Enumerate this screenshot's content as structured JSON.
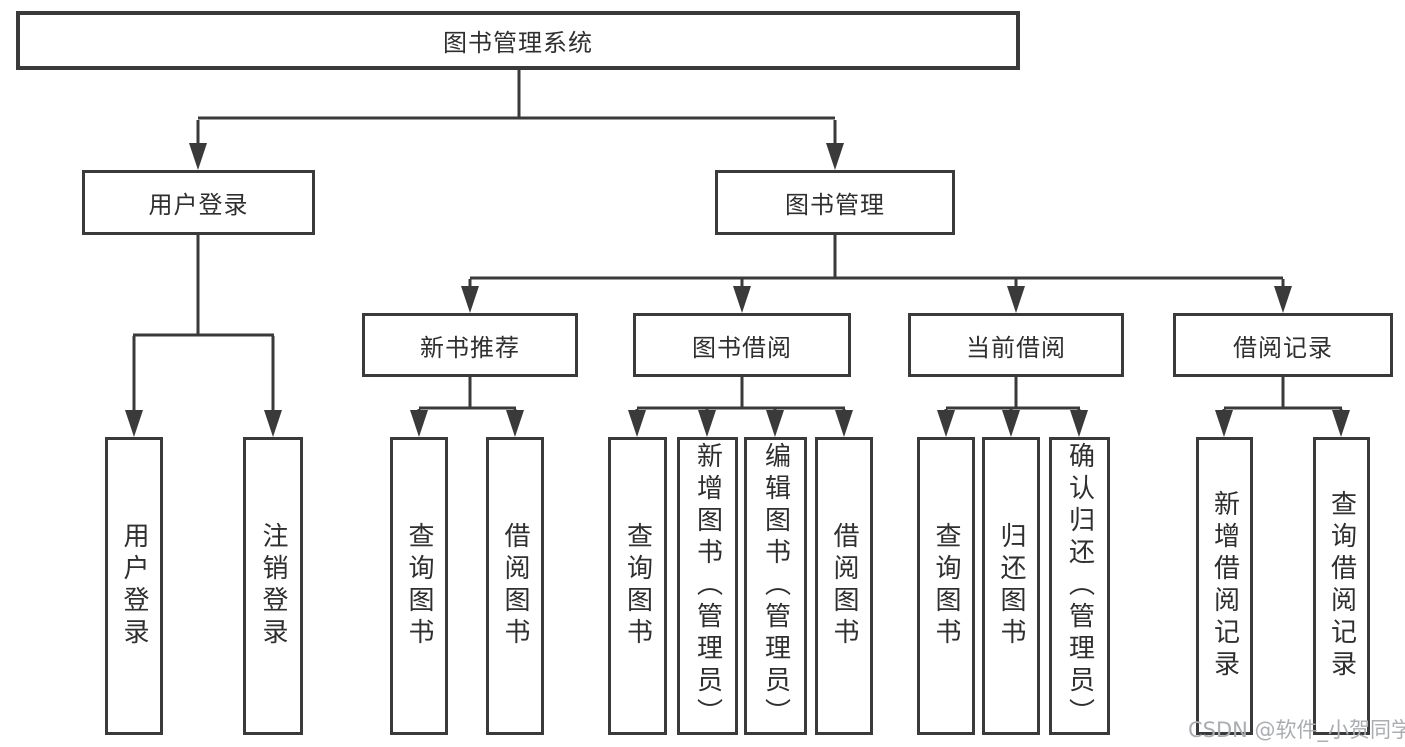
{
  "colors": {
    "line": "#3a3a3a",
    "text": "#2f2f2f",
    "background": "#ffffff",
    "watermark": "#aaadb2"
  },
  "watermark": "CSDN @软件_小贺同学",
  "tree": {
    "root": {
      "label": "图书管理系统"
    },
    "level2": [
      {
        "label": "用户登录",
        "children": [
          {
            "label": "用户登录"
          },
          {
            "label": "注销登录"
          }
        ]
      },
      {
        "label": "图书管理",
        "children": [
          {
            "label": "新书推荐",
            "children": [
              {
                "label": "查询图书"
              },
              {
                "label": "借阅图书"
              }
            ]
          },
          {
            "label": "图书借阅",
            "children": [
              {
                "label": "查询图书"
              },
              {
                "label": "新增图书（管理员）"
              },
              {
                "label": "编辑图书（管理员）"
              },
              {
                "label": "借阅图书"
              }
            ]
          },
          {
            "label": "当前借阅",
            "children": [
              {
                "label": "查询图书"
              },
              {
                "label": "归还图书"
              },
              {
                "label": "确认归还（管理员）"
              }
            ]
          },
          {
            "label": "借阅记录",
            "children": [
              {
                "label": "新增借阅记录"
              },
              {
                "label": "查询借阅记录"
              }
            ]
          }
        ]
      }
    ]
  }
}
